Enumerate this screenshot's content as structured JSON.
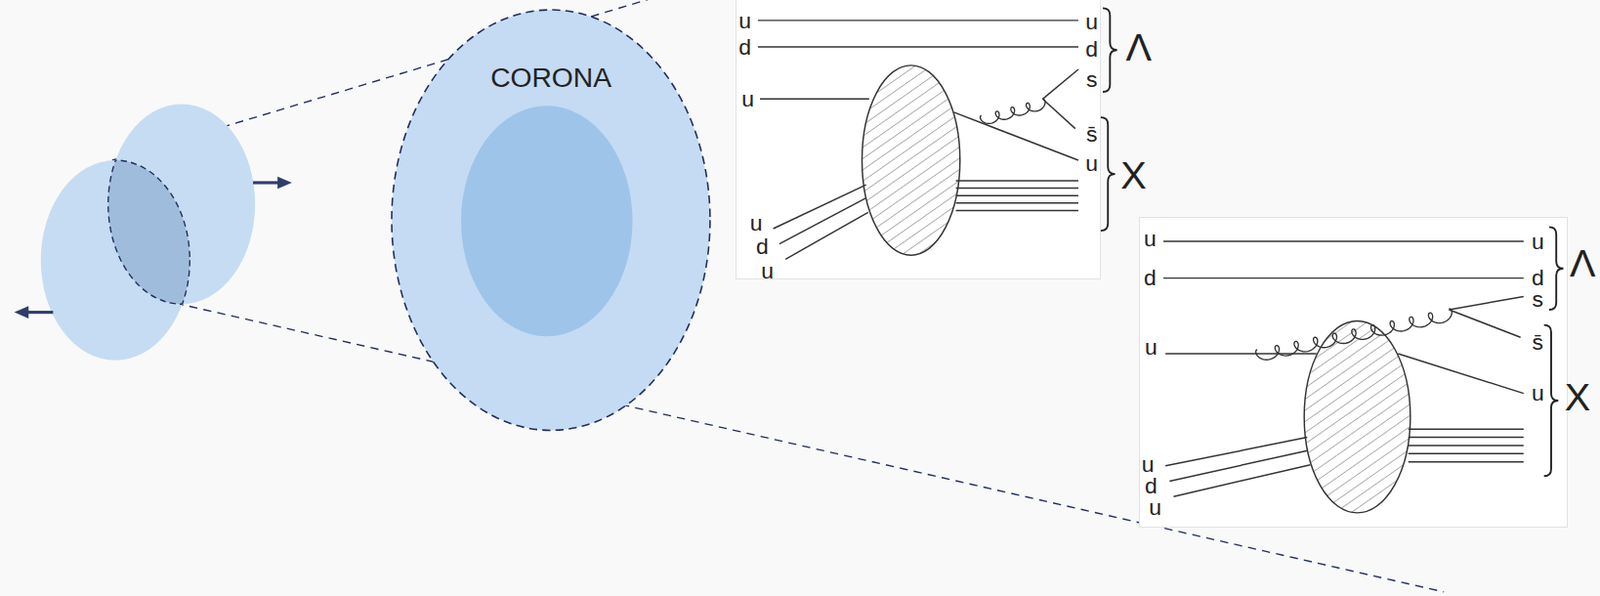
{
  "diagram": {
    "nodes": [
      {
        "text": [
          "CORONA"
        ]
      },
      {
        "text": [
          "u",
          "d",
          "u",
          "u",
          "d",
          "u",
          "u",
          "d",
          "s",
          "s̄",
          "u",
          "Λ",
          "X"
        ]
      },
      {
        "text": [
          "u",
          "d",
          "u",
          "u",
          "d",
          "u",
          "u",
          "d",
          "s",
          "s̄",
          "u",
          "Λ",
          "X"
        ]
      }
    ]
  }
}
